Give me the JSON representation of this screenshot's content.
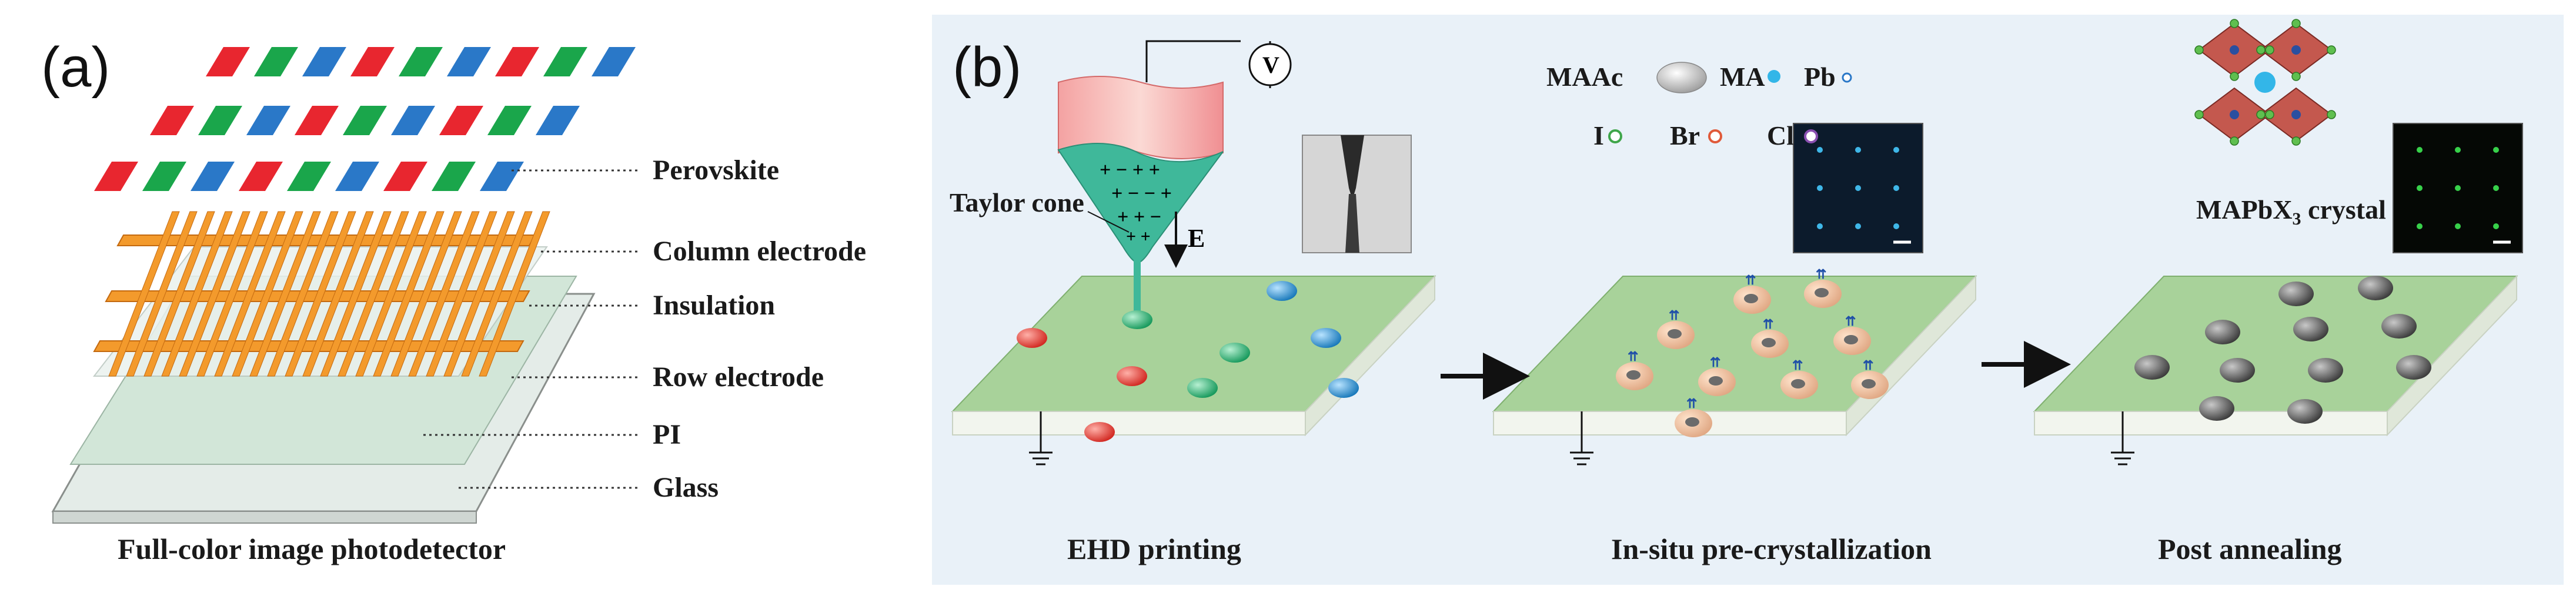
{
  "panel_a": {
    "label": "(a)",
    "layers": [
      "Perovskite",
      "Column electrode",
      "Insulation",
      "Row electrode",
      "PI",
      "Glass"
    ],
    "caption": "Full-color image photodetector",
    "colors": {
      "red": "#e8262f",
      "green": "#1aa64b",
      "blue": "#2a78c8",
      "electrode": "#f39a2c",
      "glass": "#e4ece8",
      "pi": "#c9dfd0"
    }
  },
  "panel_b": {
    "label": "(b)",
    "voltage_symbol": "V",
    "field_label": "E",
    "taylor_cone_label": "Taylor cone",
    "legend": {
      "maac": "MAAc",
      "ma": "MA",
      "pb": "Pb",
      "i": "I",
      "br": "Br",
      "cl": "Cl"
    },
    "crystal_label_main": "MAPbX",
    "crystal_label_sub": "3",
    "crystal_label_tail": " crystal",
    "steps": [
      "EHD printing",
      "In-situ  pre-crystallization",
      "Post annealing"
    ],
    "colors": {
      "background": "#e9f1f8",
      "substrate_top": "#a8d29a",
      "substrate_side": "#f2f5ee",
      "liquid": "#3fb89a",
      "legend_ma": "#33b6e8",
      "legend_i": "#3fa64a",
      "legend_br": "#e05a3a",
      "legend_cl": "#8a4fb0"
    }
  }
}
